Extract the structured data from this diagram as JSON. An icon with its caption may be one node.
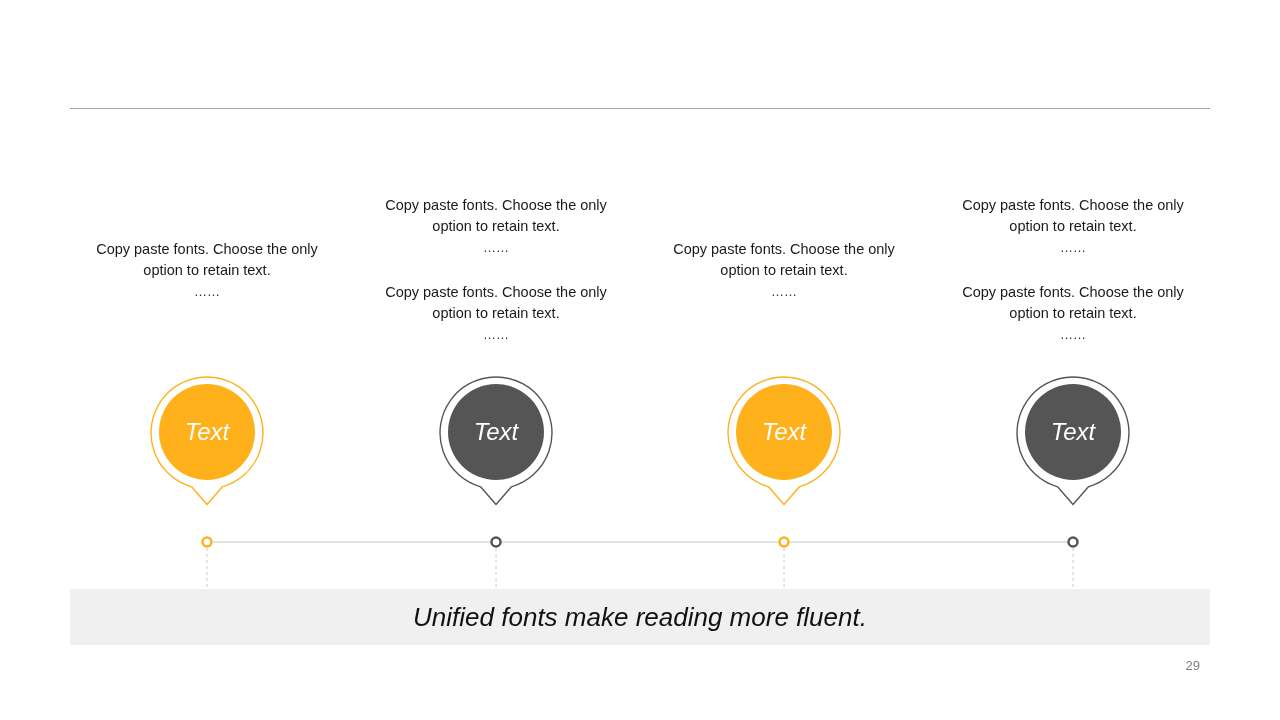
{
  "diagram": {
    "nodes": [
      {
        "text": [
          "Text"
        ],
        "beside": [
          "Copy paste fonts. Choose the only option to retain text.",
          "……"
        ]
      },
      {
        "text": [
          "Text"
        ],
        "beside": [
          "Copy paste fonts. Choose the only option to retain text.",
          "……",
          "Copy paste fonts. Choose the only option to retain text.",
          "……"
        ]
      },
      {
        "text": [
          "Text"
        ],
        "beside": [
          "Copy paste fonts. Choose the only option to retain text.",
          "……"
        ]
      },
      {
        "text": [
          "Text"
        ],
        "beside": [
          "Copy paste fonts. Choose the only option to retain text.",
          "……",
          "Copy paste fonts. Choose the only option to retain text.",
          "……"
        ]
      },
      {
        "text": [],
        "shape": "circle"
      },
      {
        "text": [],
        "shape": "circle"
      },
      {
        "text": [],
        "shape": "circle"
      },
      {
        "text": [],
        "shape": "circle"
      },
      {
        "text": [
          "Unified fonts make reading more fluent."
        ]
      }
    ],
    "edges": [
      {
        "from": 4,
        "to": 5,
        "arrow": "none"
      },
      {
        "from": 5,
        "to": 6,
        "arrow": "none"
      },
      {
        "from": 6,
        "to": 7,
        "arrow": "none"
      },
      {
        "from": 4,
        "to": 8,
        "arrow": "none",
        "style": "dashed"
      },
      {
        "from": 5,
        "to": 8,
        "arrow": "none",
        "style": "dashed"
      },
      {
        "from": 6,
        "to": 8,
        "arrow": "none",
        "style": "dashed"
      },
      {
        "from": 7,
        "to": 8,
        "arrow": "none",
        "style": "dashed"
      }
    ],
    "labels": [
      "29"
    ]
  }
}
